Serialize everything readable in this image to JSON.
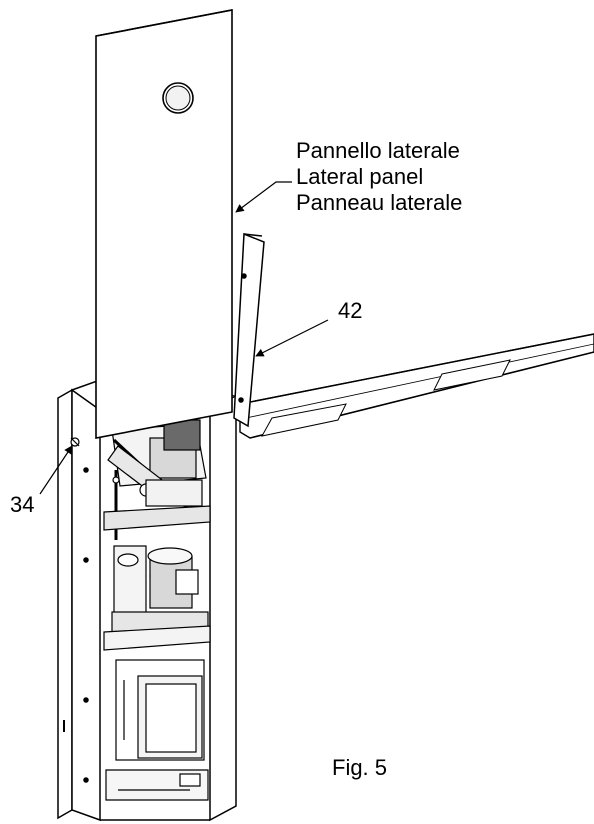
{
  "callout_panel": {
    "lines": [
      "Pannello laterale",
      "Lateral panel",
      "Panneau laterale"
    ]
  },
  "labels": {
    "part_42": "42",
    "part_34": "34"
  },
  "caption": "Fig. 5",
  "colors": {
    "line": "#000000",
    "fill_light": "#f0f0f0",
    "fill_mid": "#cfcfcf",
    "fill_dark": "#6a6a6a",
    "background": "#ffffff"
  }
}
